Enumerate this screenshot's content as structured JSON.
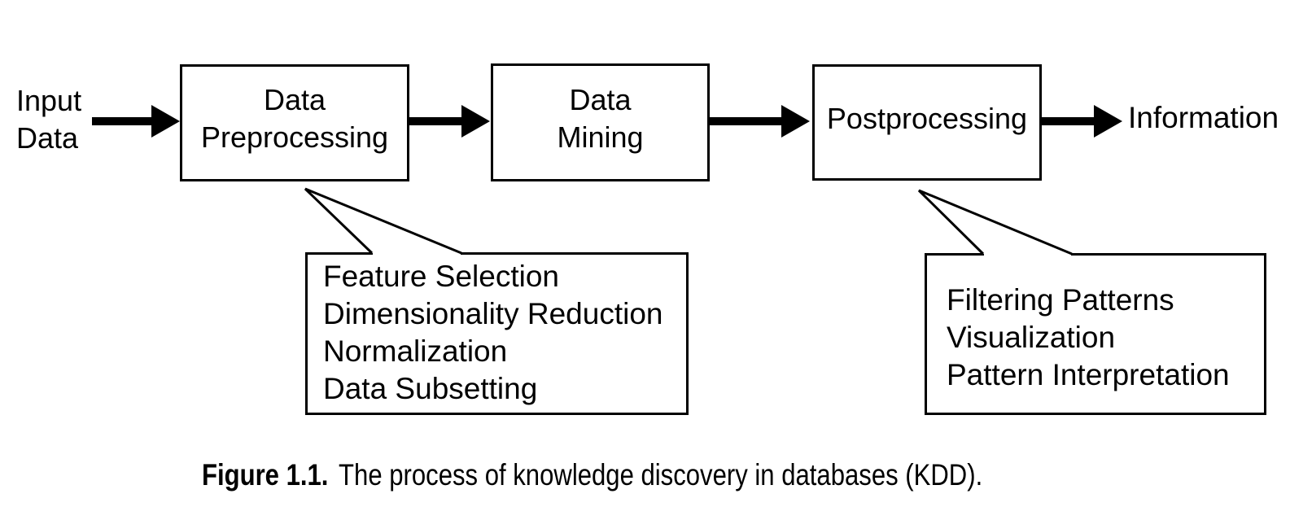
{
  "figure": {
    "input_label": {
      "line1": "Input",
      "line2": "Data"
    },
    "output_label": "Information",
    "boxes": {
      "preprocessing": {
        "line1": "Data",
        "line2": "Preprocessing"
      },
      "mining": {
        "line1": "Data",
        "line2": "Mining"
      },
      "postprocessing": {
        "line1": "Postprocessing"
      }
    },
    "callouts": {
      "preprocessing_tasks": {
        "items": [
          "Feature Selection",
          "Dimensionality Reduction",
          "Normalization",
          "Data Subsetting"
        ]
      },
      "postprocessing_tasks": {
        "items": [
          "Filtering Patterns",
          "Visualization",
          "Pattern Interpretation"
        ]
      }
    },
    "caption": {
      "label": "Figure 1.1.",
      "text": "The process of knowledge discovery in databases (KDD)."
    }
  },
  "colors": {
    "ink": "#000000",
    "background": "#ffffff"
  }
}
